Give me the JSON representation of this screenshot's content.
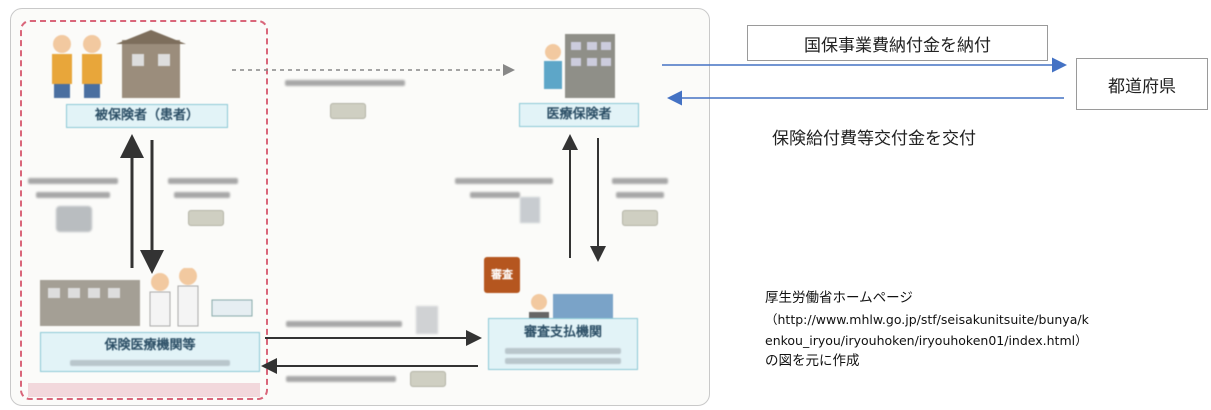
{
  "right": {
    "prefecture_box": "都道府県",
    "payment_box": "国保事業費納付金を納付",
    "subsidy_label": "保険給付費等交付金を交付",
    "credit": {
      "line1": "厚生労働省ホームページ",
      "url_line1": "（http://www.mhlw.go.jp/stf/seisakunitsuite/bunya/k",
      "url_line2": "enkou_iryou/iryouhoken/iryouhoken01/index.html）",
      "line4": "の図を元に作成"
    }
  },
  "diagram": {
    "insured_label": "被保険者（患者）",
    "insurer_label": "医療保険者",
    "provider_label": "保険医療機関等",
    "review_label": "審査支払機関",
    "audit_tag": "審査",
    "colors": {
      "arrow_blue": "#4472c4",
      "label_fill": "#e2f3f7",
      "dashed_border": "#d9667a"
    }
  }
}
